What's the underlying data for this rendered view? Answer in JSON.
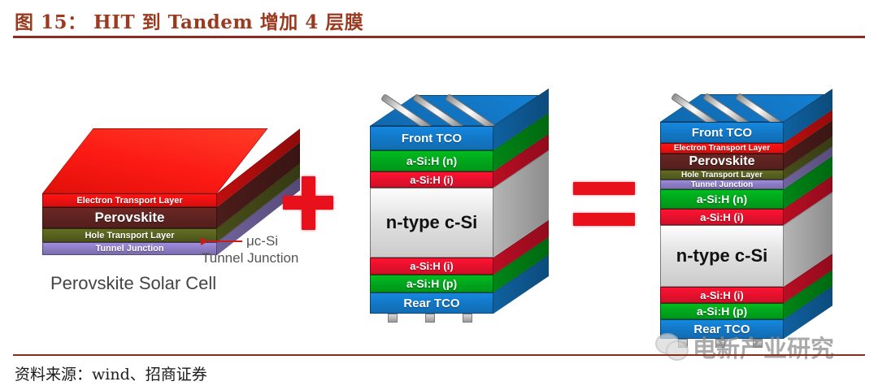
{
  "header": {
    "figure_title": "图 15： HIT 到 Tandem 增加 4 层膜"
  },
  "footer": {
    "source": "资料来源：wind、招商证券"
  },
  "operators": {
    "plus": "+",
    "equals": "="
  },
  "perovskite_cell": {
    "caption": "Perovskite Solar Cell",
    "annotation_line1": "μc-Si",
    "annotation_line2": "Tunnel Junction",
    "layers": [
      {
        "label": "Electron Transport Layer",
        "color": "#EE1111",
        "font_size": "11px"
      },
      {
        "label": "Perovskite",
        "color": "#5E2320",
        "font_size": "17px"
      },
      {
        "label": "Hole Transport Layer",
        "color": "#59611F",
        "font_size": "11px"
      },
      {
        "label": "Tunnel Junction",
        "color": "#8C7CC4",
        "font_size": "11px"
      }
    ],
    "top_face_color": "#FC1A14"
  },
  "hit_cell": {
    "layers": [
      {
        "label": "Front TCO",
        "color": "#1379C8",
        "font_size": "15px",
        "text_color": "#ffffff"
      },
      {
        "label": "a-Si:H (n)",
        "color": "#00A81C",
        "font_size": "14px",
        "text_color": "#ffffff"
      },
      {
        "label": "a-Si:H (i)",
        "color": "#E8112D",
        "font_size": "13px",
        "text_color": "#ffffff"
      },
      {
        "label": "n-type c-Si",
        "color": "#E2E2E2",
        "font_size": "22px",
        "text_color": "#111111"
      },
      {
        "label": "a-Si:H (i)",
        "color": "#E8112D",
        "font_size": "13px",
        "text_color": "#ffffff"
      },
      {
        "label": "a-Si:H (p)",
        "color": "#00A81C",
        "font_size": "14px",
        "text_color": "#ffffff"
      },
      {
        "label": "Rear TCO",
        "color": "#1379C8",
        "font_size": "15px",
        "text_color": "#ffffff"
      }
    ],
    "grid_finger_count": 3,
    "contact_pin_count": 3
  },
  "tandem_cell": {
    "layers": [
      {
        "label": "Front TCO",
        "color": "#1379C8",
        "font_size": "15px",
        "text_color": "#ffffff"
      },
      {
        "label": "Electron Transport Layer",
        "color": "#EE1111",
        "font_size": "10px",
        "text_color": "#ffffff"
      },
      {
        "label": "Perovskite",
        "color": "#5E2320",
        "font_size": "16px",
        "text_color": "#ffffff"
      },
      {
        "label": "Hole Transport Layer",
        "color": "#59611F",
        "font_size": "10px",
        "text_color": "#ffffff"
      },
      {
        "label": "Tunnel Junction",
        "color": "#8C7CC4",
        "font_size": "10px",
        "text_color": "#ffffff"
      },
      {
        "label": "a-Si:H (n)",
        "color": "#00A81C",
        "font_size": "14px",
        "text_color": "#ffffff"
      },
      {
        "label": "a-Si:H (i)",
        "color": "#E8112D",
        "font_size": "13px",
        "text_color": "#ffffff"
      },
      {
        "label": "n-type c-Si",
        "color": "#E2E2E2",
        "font_size": "22px",
        "text_color": "#111111"
      },
      {
        "label": "a-Si:H (i)",
        "color": "#E8112D",
        "font_size": "13px",
        "text_color": "#ffffff"
      },
      {
        "label": "a-Si:H (p)",
        "color": "#00A81C",
        "font_size": "14px",
        "text_color": "#ffffff"
      },
      {
        "label": "Rear TCO",
        "color": "#1379C8",
        "font_size": "15px",
        "text_color": "#ffffff"
      }
    ],
    "grid_finger_count": 3,
    "contact_pin_count": 3
  },
  "watermark": {
    "text": "电新产业研究",
    "icon": "wechat-icon"
  },
  "colors": {
    "title": "#9C3A20",
    "rule": "#8C2B22",
    "operator_red": "#E8111B",
    "arrow_red": "#CC1A1A"
  }
}
